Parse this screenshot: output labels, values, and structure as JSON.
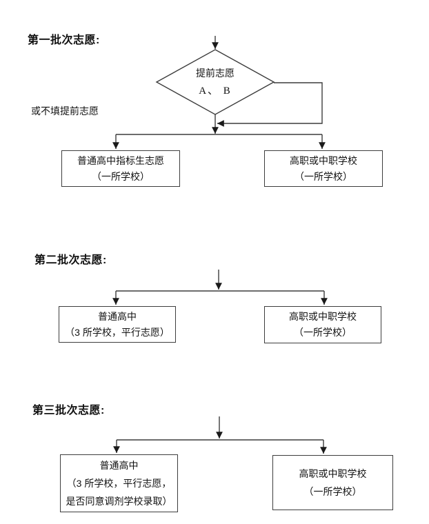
{
  "colors": {
    "line": "#3c3c3c",
    "arrow": "#1a1a1a",
    "text": "#111111",
    "background": "#ffffff"
  },
  "sections": [
    {
      "heading": "第一批次志愿:",
      "side_note": "或不填提前志愿",
      "decision": {
        "line1": "提前志愿",
        "line2": "A、 B"
      },
      "left_box": {
        "line1": "普通高中指标生志愿",
        "line2": "（一所学校）"
      },
      "right_box": {
        "line1": "高职或中职学校",
        "line2": "（一所学校）"
      }
    },
    {
      "heading": "第二批次志愿:",
      "left_box": {
        "line1": "普通高中",
        "line2": "（3 所学校，平行志愿）"
      },
      "right_box": {
        "line1": "高职或中职学校",
        "line2": "（一所学校）"
      }
    },
    {
      "heading": "第三批次志愿:",
      "left_box": {
        "line1": "普通高中",
        "line2": "（3 所学校，平行志愿，",
        "line3": "是否同意调剂学校录取）"
      },
      "right_box": {
        "line1": "高职或中职学校",
        "line2": "（一所学校）"
      }
    }
  ]
}
